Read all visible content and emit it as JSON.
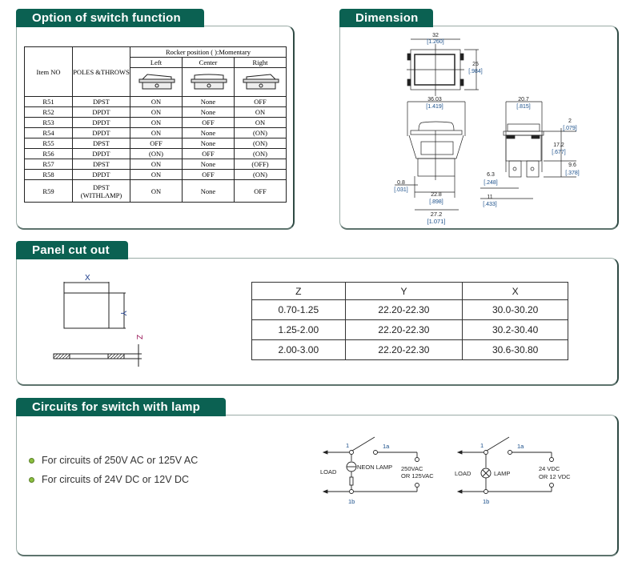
{
  "sections": {
    "option": "Option of switch function",
    "dimension": "Dimension",
    "panel": "Panel cut out",
    "circuits": "Circuits for switch with lamp"
  },
  "option_table": {
    "headers": {
      "item": "Item NO",
      "poles": "POLES &THROWS",
      "rocker": "Rocker position    (    ):Momentary",
      "left": "Left",
      "center": "Center",
      "right": "Right"
    },
    "rows": [
      [
        "R51",
        "DPST",
        "ON",
        "None",
        "OFF"
      ],
      [
        "R52",
        "DPDT",
        "ON",
        "None",
        "ON"
      ],
      [
        "R53",
        "DPDT",
        "ON",
        "OFF",
        "ON"
      ],
      [
        "R54",
        "DPDT",
        "ON",
        "None",
        "(ON)"
      ],
      [
        "R55",
        "DPST",
        "OFF",
        "None",
        "(ON)"
      ],
      [
        "R56",
        "DPDT",
        "(ON)",
        "OFF",
        "(ON)"
      ],
      [
        "R57",
        "DPST",
        "ON",
        "None",
        "(OFF)"
      ],
      [
        "R58",
        "DPDT",
        "ON",
        "OFF",
        "(ON)"
      ],
      [
        "R59",
        "DPST (WITHLAMP)",
        "ON",
        "None",
        "OFF"
      ]
    ]
  },
  "dimension": {
    "d32": "32",
    "d32i": "[1.260]",
    "d25": "25",
    "d25i": "[.984]",
    "d36": "36.03",
    "d36i": "[1.419]",
    "d207": "20.7",
    "d207i": "[.815]",
    "d2": "2",
    "d2i": "[.079]",
    "d172": "17.2",
    "d172i": "[.677]",
    "d96": "9.6",
    "d96i": "[.378]",
    "d63": "6.3",
    "d63i": "[.248]",
    "d11": "11",
    "d11i": "[.433]",
    "d08": "0.8",
    "d08i": "[.031]",
    "d228": "22.8",
    "d228i": "[.898]",
    "d272": "27.2",
    "d272i": "[1.071]"
  },
  "panel": {
    "x": "X",
    "y": "Y",
    "z": "Z",
    "table": {
      "headers": [
        "Z",
        "Y",
        "X"
      ],
      "rows": [
        [
          "0.70-1.25",
          "22.20-22.30",
          "30.0-30.20"
        ],
        [
          "1.25-2.00",
          "22.20-22.30",
          "30.2-30.40"
        ],
        [
          "2.00-3.00",
          "22.20-22.30",
          "30.6-30.80"
        ]
      ]
    }
  },
  "circuits": {
    "bullets": [
      "For circuits of 250V AC or 125V AC",
      "For circuits of 24V DC or 12V DC"
    ],
    "ac": {
      "t1": "1",
      "t1a": "1a",
      "t1b": "1b",
      "load": "LOAD",
      "lamp": "NEON LAMP",
      "v1": "250VAC",
      "v2": "OR 125VAC"
    },
    "dc": {
      "t1": "1",
      "t1a": "1a",
      "t1b": "1b",
      "load": "LOAD",
      "lamp": "LAMP",
      "v1": "24 VDC",
      "v2": "OR 12 VDC"
    }
  },
  "colors": {
    "header": "#0b6152",
    "bullet": "#8bbf3f"
  }
}
